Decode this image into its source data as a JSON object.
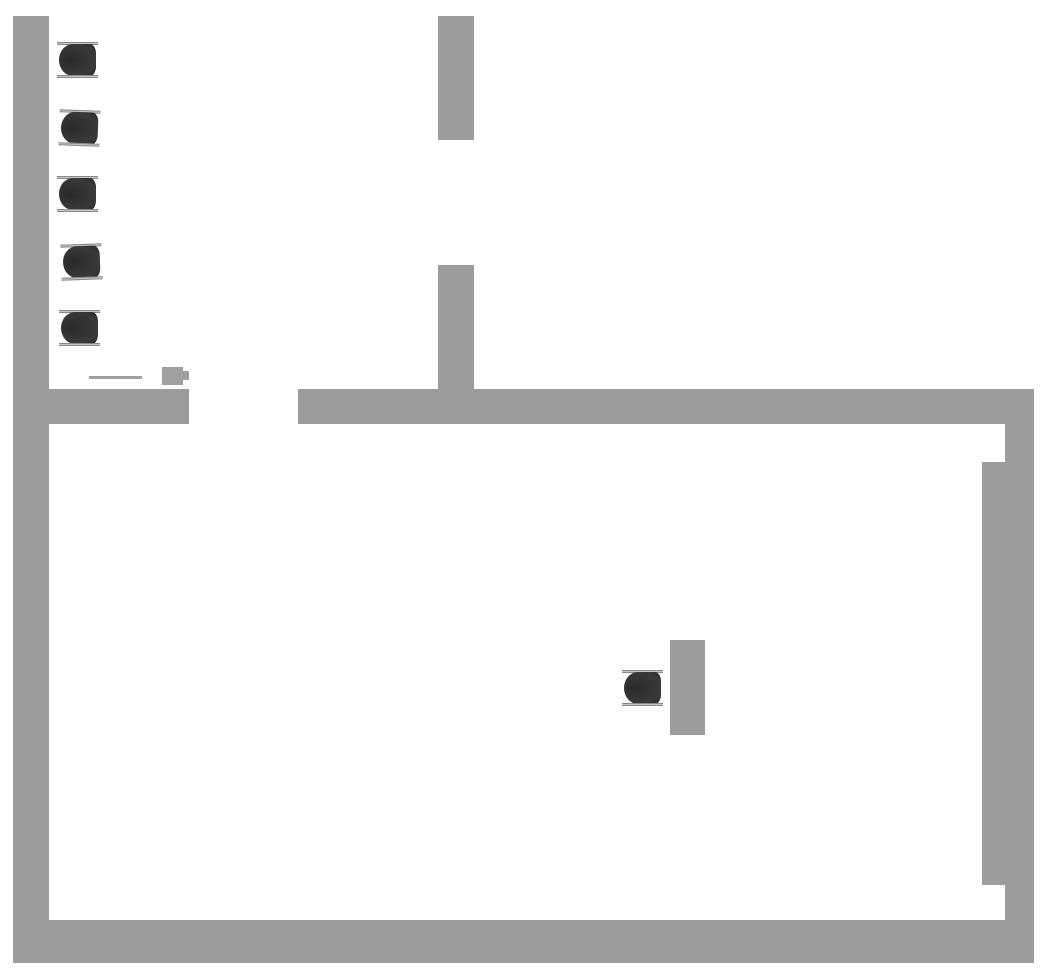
{
  "scene": {
    "colors": {
      "background": "#ffffff",
      "wall": "#9b9c9b",
      "chair_seat": "#333333",
      "chair_frame": "#c8c8c8"
    },
    "objects": {
      "chairs": [
        "chair-icon",
        "chair-icon",
        "chair-icon",
        "chair-icon",
        "chair-icon",
        "chair-icon"
      ],
      "other": [
        "rod",
        "small-device",
        "desk-panel"
      ]
    }
  }
}
